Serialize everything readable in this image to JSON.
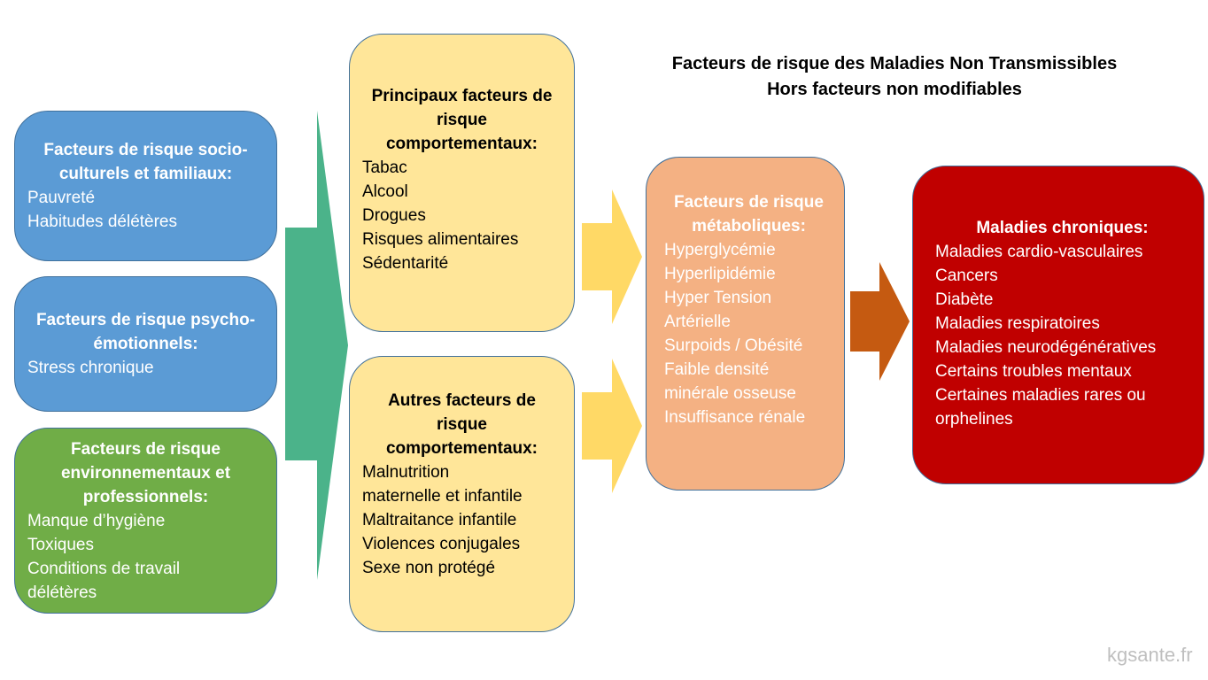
{
  "title": {
    "line1": "Facteurs de risque des Maladies Non Transmissibles",
    "line2": "Hors facteurs non modifiables"
  },
  "colors": {
    "socio": "#5b9bd5",
    "psycho": "#5b9bd5",
    "environnement": "#70ad47",
    "comportementaux": "#ffe699",
    "metaboliques": "#f4b183",
    "chroniques": "#c00000",
    "arrow_green": "#4bb38a",
    "arrow_yellow": "#ffd966",
    "arrow_orange": "#c55a11"
  },
  "boxes": {
    "socio": {
      "heading": [
        "Facteurs de risque socio-",
        "culturels et familiaux:"
      ],
      "items": [
        "Pauvreté",
        "Habitudes délétères"
      ]
    },
    "psycho": {
      "heading": [
        "Facteurs de risque psycho-",
        "émotionnels:"
      ],
      "items": [
        "Stress chronique"
      ]
    },
    "environnement": {
      "heading": [
        "Facteurs de risque",
        "environnementaux et",
        "professionnels:"
      ],
      "items": [
        "Manque d’hygiène",
        "Toxiques",
        "Conditions de travail",
        "délétères"
      ]
    },
    "principaux": {
      "heading": [
        "Principaux facteurs de",
        "risque",
        "comportementaux:"
      ],
      "items": [
        "Tabac",
        "Alcool",
        "Drogues",
        "Risques alimentaires",
        "Sédentarité"
      ]
    },
    "autres": {
      "heading": [
        "Autres facteurs de",
        "risque",
        "comportementaux:"
      ],
      "items": [
        "Malnutrition",
        "maternelle et infantile",
        "Maltraitance infantile",
        "Violences conjugales",
        "Sexe non protégé"
      ]
    },
    "metaboliques": {
      "heading": [
        "Facteurs de risque",
        "métaboliques:"
      ],
      "items": [
        "Hyperglycémie",
        "Hyperlipidémie",
        "Hyper Tension",
        "Artérielle",
        "Surpoids / Obésité",
        "Faible densité",
        "minérale osseuse",
        "Insuffisance rénale"
      ]
    },
    "chroniques": {
      "heading": [
        "Maladies chroniques:"
      ],
      "items": [
        "Maladies cardio-vasculaires",
        "Cancers",
        "Diabète",
        "Maladies respiratoires",
        "Maladies neurodégénératives",
        "Certains troubles mentaux",
        "Certaines maladies rares ou",
        "orphelines"
      ]
    }
  },
  "watermark": "kgsante.fr"
}
